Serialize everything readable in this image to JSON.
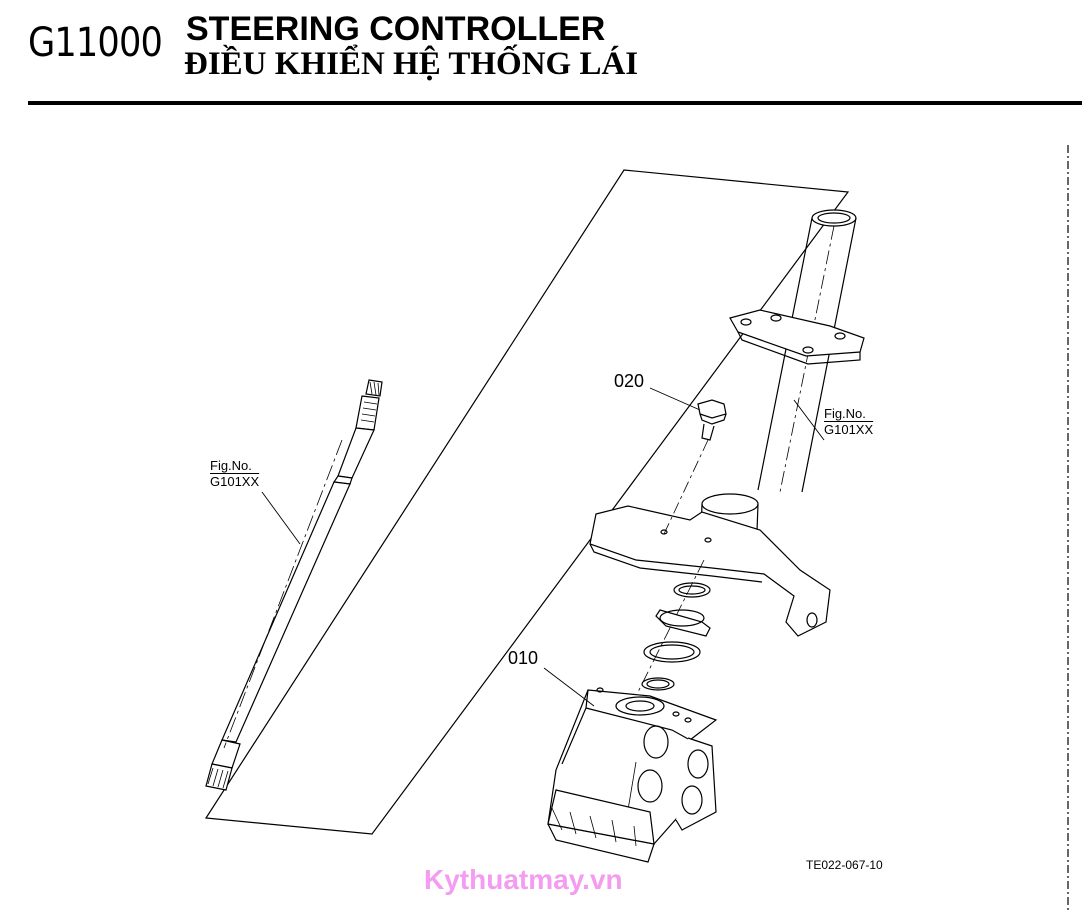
{
  "header": {
    "code": "G11000",
    "title_en": "STEERING CONTROLLER",
    "title_vi": "ĐIỀU KHIỂN HỆ THỐNG LÁI"
  },
  "callouts": [
    {
      "id": "020",
      "label": "020"
    },
    {
      "id": "010",
      "label": "010"
    }
  ],
  "fig_refs": [
    {
      "line1": "Fig.No.",
      "line2": "G101XX"
    },
    {
      "line1": "Fig.No.",
      "line2": "G101XX"
    }
  ],
  "drawing_code": "TE022-067-10",
  "watermark": "Kythuatmay.vn",
  "colors": {
    "ink": "#000000",
    "watermark": "#f39cf0"
  }
}
